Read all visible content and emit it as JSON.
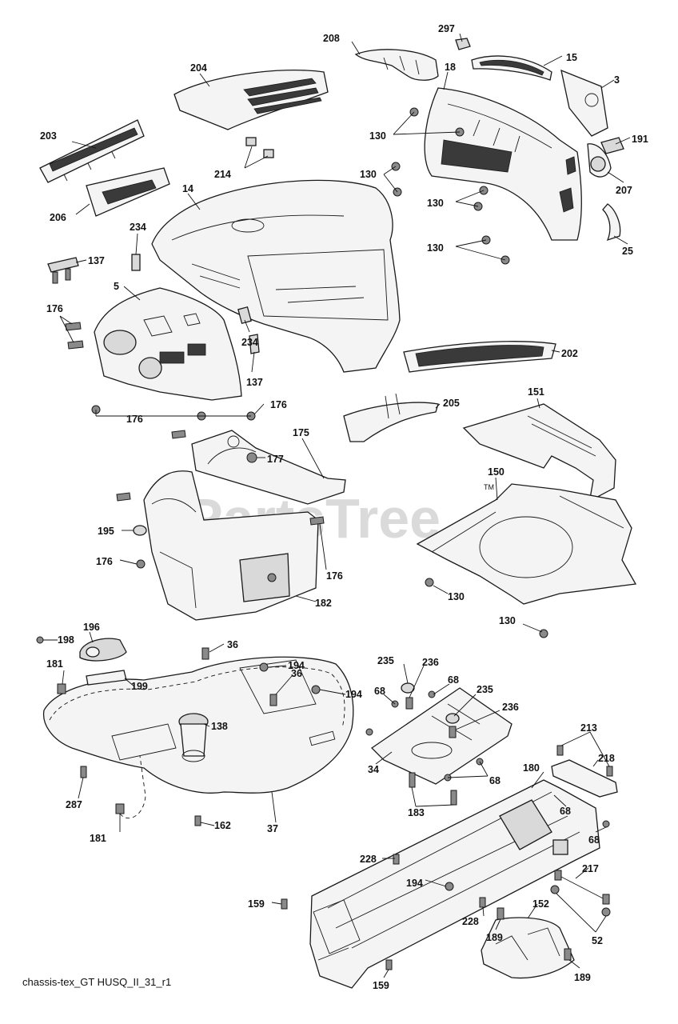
{
  "watermark": "PartsTree",
  "trademark": "TM",
  "caption": "chassis-tex_GT HUSQ_II_31_r1",
  "labels": [
    "297",
    "208",
    "15",
    "204",
    "18",
    "3",
    "130",
    "203",
    "191",
    "214",
    "130",
    "130",
    "207",
    "206",
    "14",
    "25",
    "234",
    "130",
    "137",
    "5",
    "176",
    "234",
    "137",
    "202",
    "176",
    "176",
    "205",
    "151",
    "175",
    "177",
    "150",
    "195",
    "176",
    "176",
    "182",
    "130",
    "130",
    "196",
    "198",
    "36",
    "181",
    "194",
    "199",
    "36",
    "194",
    "235",
    "236",
    "68",
    "68",
    "235",
    "236",
    "138",
    "34",
    "68",
    "213",
    "218",
    "287",
    "180",
    "183",
    "68",
    "162",
    "37",
    "181",
    "68",
    "228",
    "194",
    "217",
    "159",
    "228",
    "152",
    "189",
    "52",
    "159",
    "189"
  ]
}
